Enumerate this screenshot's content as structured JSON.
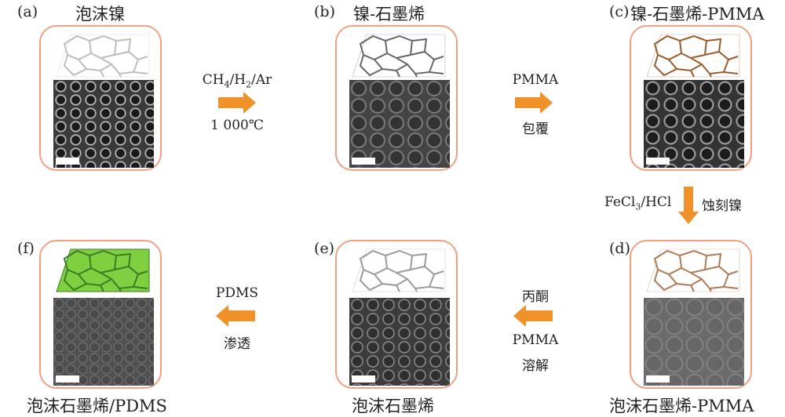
{
  "panels": {
    "a": {
      "letter": "(a)",
      "title": "泡沫镍",
      "sketch_color": "#bdbdbd"
    },
    "b": {
      "letter": "(b)",
      "title": "镍-石墨烯",
      "sketch_color": "#666666"
    },
    "c": {
      "letter": "(c)",
      "title": "镍-石墨烯-PMMA",
      "sketch_color": "#9a5a2a"
    },
    "d": {
      "letter": "(d)",
      "caption": "泡沫石墨烯-PMMA",
      "sketch_color": "#b07a55"
    },
    "e": {
      "letter": "(e)",
      "caption": "泡沫石墨烯",
      "sketch_color": "#9a9a9a"
    },
    "f": {
      "letter": "(f)",
      "caption": "泡沫石墨烯/PDMS",
      "sketch_color": "#3f7a25",
      "sketch_fill": "#7ed040"
    }
  },
  "arrows": {
    "a_to_b": {
      "above_parts": [
        "CH",
        "4",
        "/H",
        "2",
        "/Ar"
      ],
      "below": "1 000℃"
    },
    "b_to_c": {
      "above": "PMMA",
      "below": "包覆"
    },
    "c_to_d": {
      "left_parts": [
        "FeCl",
        "3",
        "/HCl"
      ],
      "right": "蚀刻镍"
    },
    "d_to_e": {
      "above": "丙酮",
      "below_line1": "PMMA",
      "below_line2": "溶解"
    },
    "e_to_f": {
      "above": "PDMS",
      "below": "渗透"
    }
  },
  "colors": {
    "arrow": "#f0922a",
    "box_border": "#f0a080"
  }
}
